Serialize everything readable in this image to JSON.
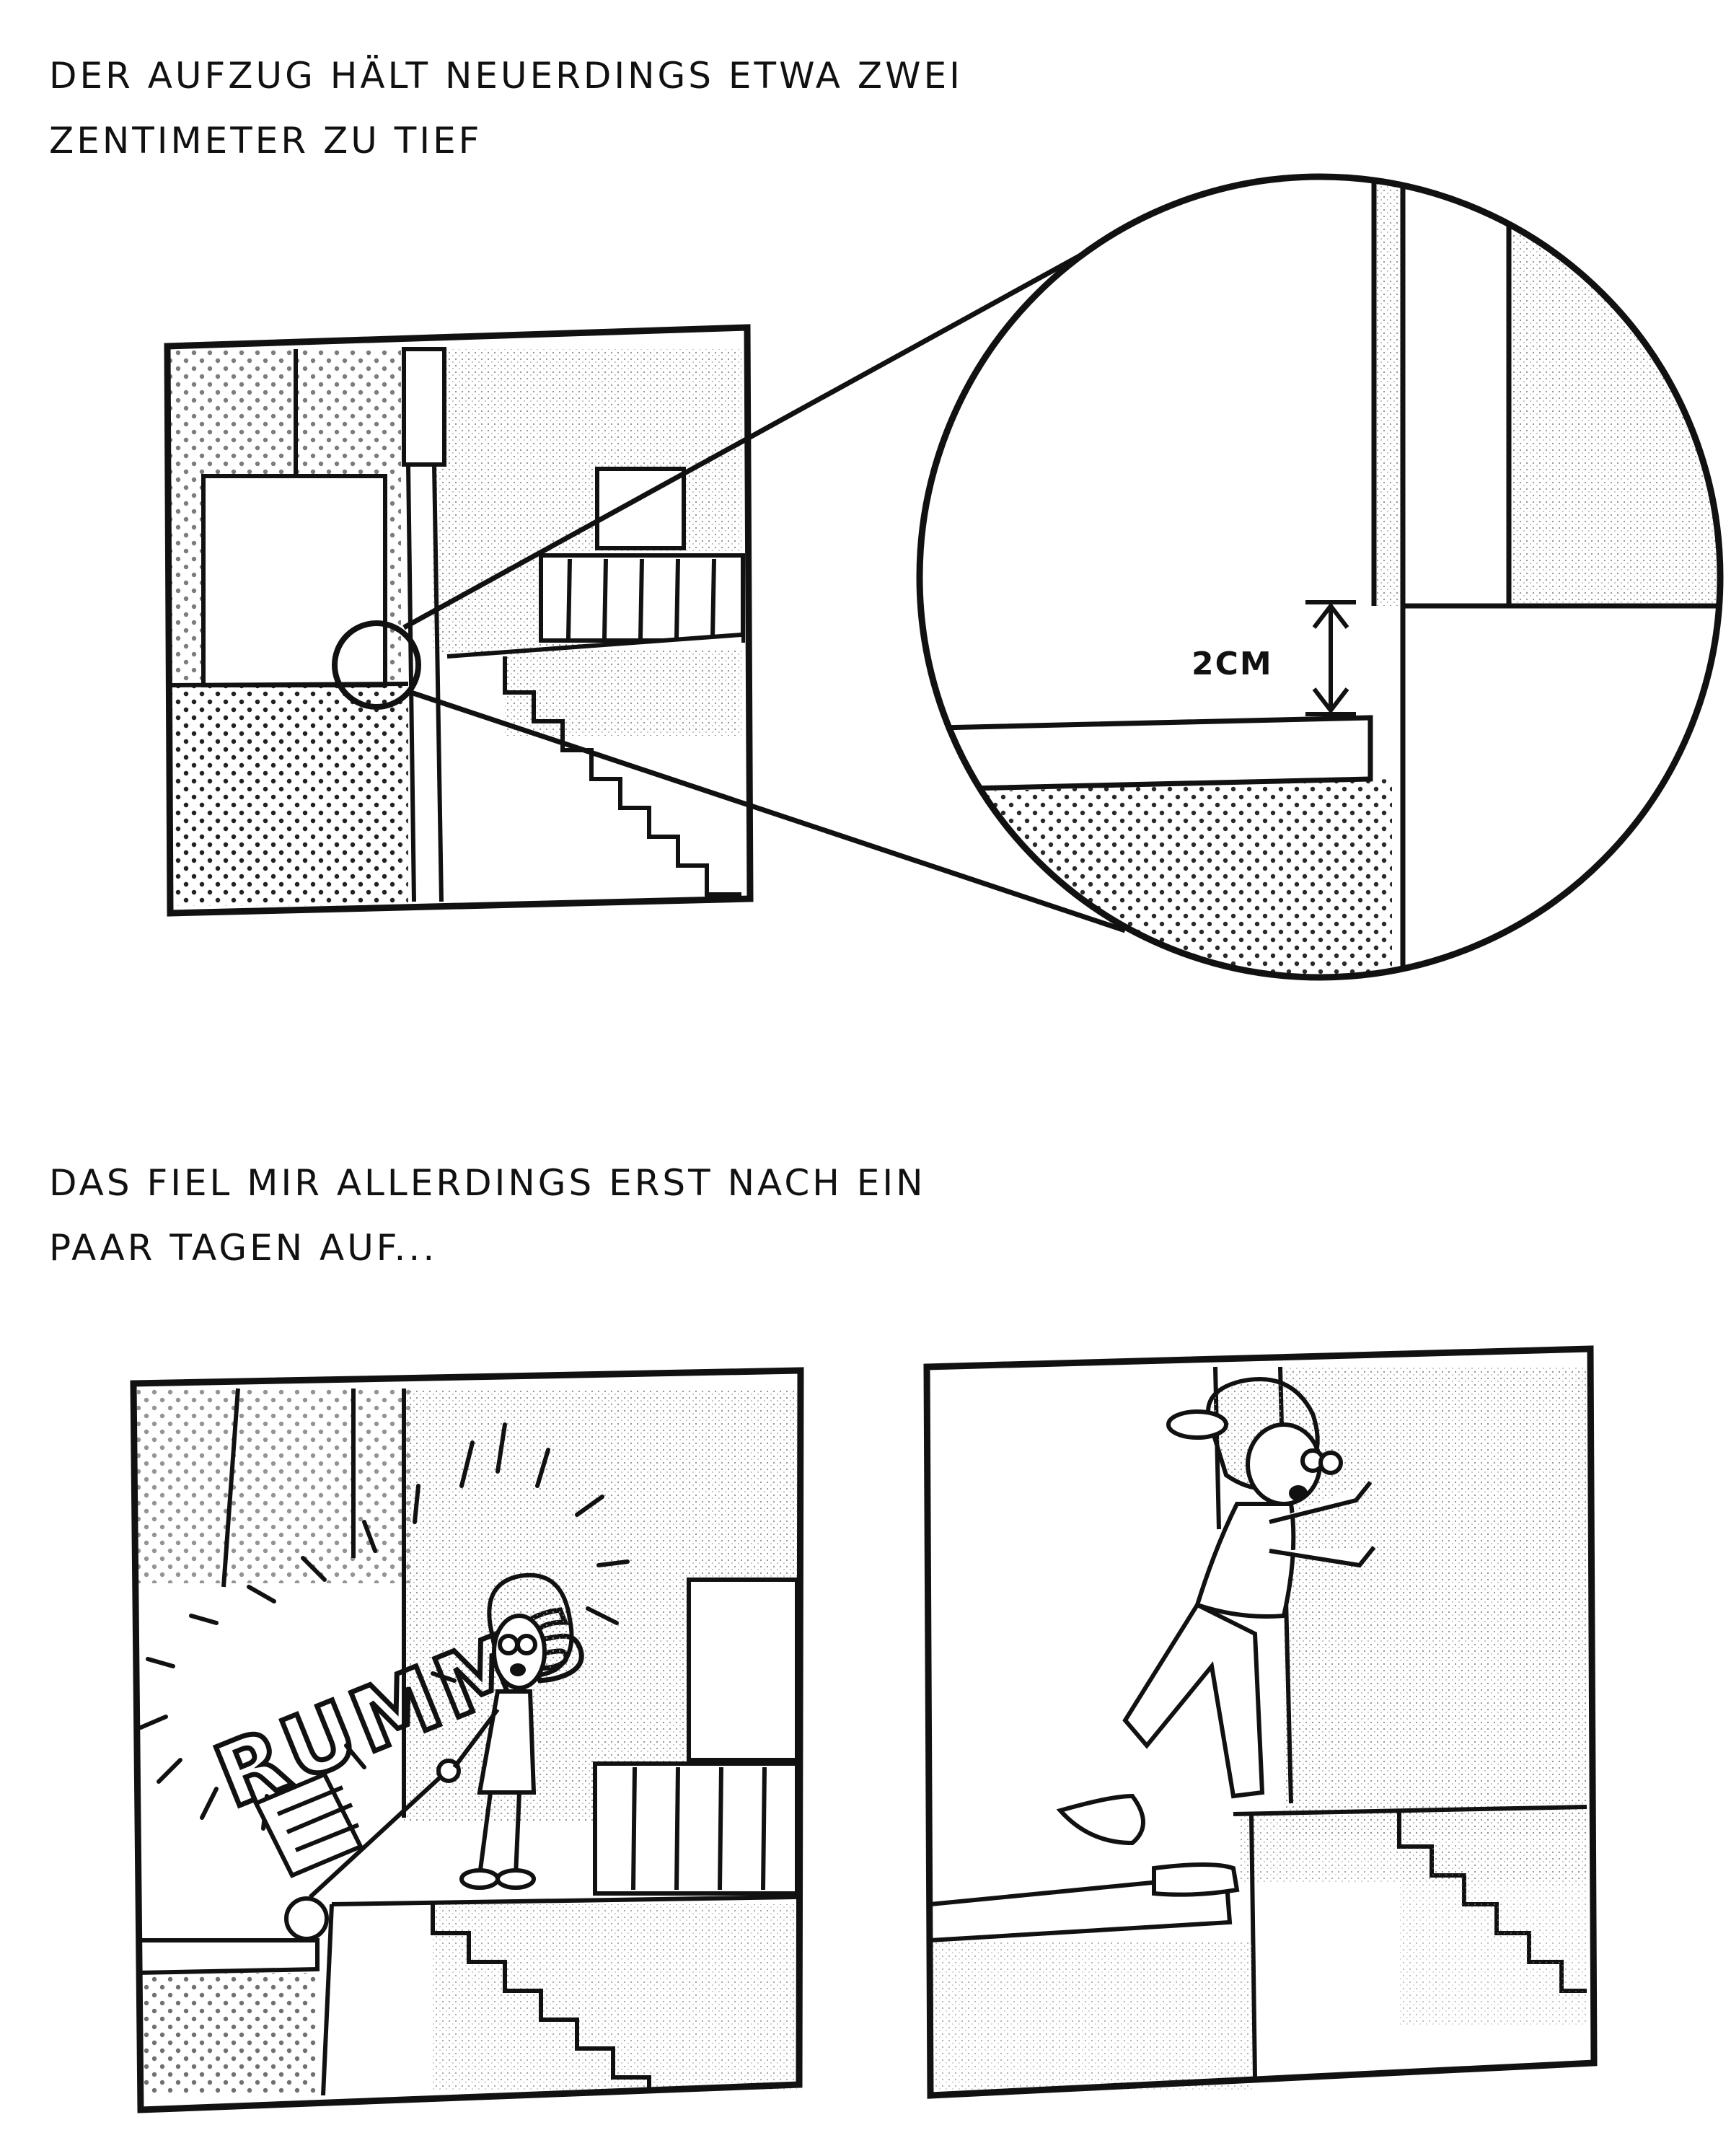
{
  "captions": {
    "top": {
      "line1": "DER AUFZUG HÄLT NEUERDINGS ETWA ZWEI",
      "line2": "ZENTIMETER ZU TIEF"
    },
    "middle": {
      "line1": "DAS FIEL MIR ALLERDINGS ERST NACH EIN",
      "line2": "PAAR TAGEN AUF..."
    }
  },
  "zoom": {
    "measurement_label": "2CM"
  },
  "sound_effect": {
    "text": "RUMMS"
  },
  "colors": {
    "ink": "#111111",
    "paper": "#ffffff",
    "halftone": "#9a9a9a"
  }
}
